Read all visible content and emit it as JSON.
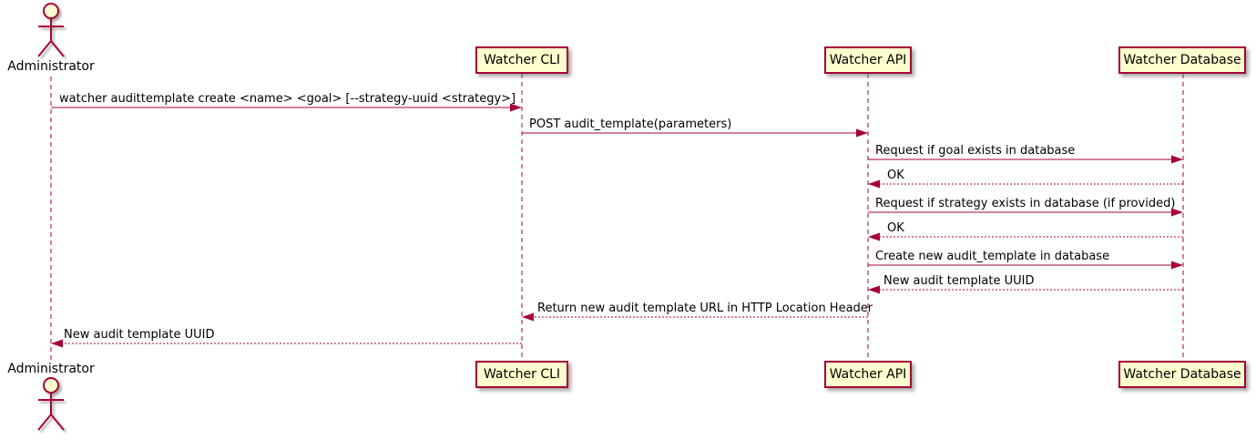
{
  "diagram": {
    "type": "sequence",
    "participants": [
      {
        "id": "administrator",
        "label": "Administrator",
        "kind": "actor"
      },
      {
        "id": "watcher-cli",
        "label": "Watcher CLI",
        "kind": "participant"
      },
      {
        "id": "watcher-api",
        "label": "Watcher API",
        "kind": "participant"
      },
      {
        "id": "watcher-database",
        "label": "Watcher Database",
        "kind": "participant"
      }
    ],
    "messages": [
      {
        "from": "Administrator",
        "to": "Watcher CLI",
        "label": "watcher audittemplate create <name> <goal> [--strategy-uuid <strategy>]",
        "line": "solid"
      },
      {
        "from": "Watcher CLI",
        "to": "Watcher API",
        "label": "POST audit_template(parameters)",
        "line": "solid"
      },
      {
        "from": "Watcher API",
        "to": "Watcher Database",
        "label": "Request if goal exists in database",
        "line": "solid"
      },
      {
        "from": "Watcher Database",
        "to": "Watcher API",
        "label": "OK",
        "line": "dashed"
      },
      {
        "from": "Watcher API",
        "to": "Watcher Database",
        "label": "Request if strategy exists in database (if provided)",
        "line": "solid"
      },
      {
        "from": "Watcher Database",
        "to": "Watcher API",
        "label": "OK",
        "line": "dashed"
      },
      {
        "from": "Watcher API",
        "to": "Watcher Database",
        "label": "Create new audit_template in database",
        "line": "solid"
      },
      {
        "from": "Watcher Database",
        "to": "Watcher API",
        "label": "New audit template UUID",
        "line": "dashed"
      },
      {
        "from": "Watcher API",
        "to": "Watcher CLI",
        "label": "Return new audit template URL in HTTP Location Header",
        "line": "dashed"
      },
      {
        "from": "Watcher CLI",
        "to": "Administrator",
        "label": "New audit template UUID",
        "line": "dashed"
      }
    ],
    "colors": {
      "border": "#A80036",
      "participant_fill": "#FEFECE",
      "text": "#000000",
      "background": "#FFFFFF"
    }
  }
}
